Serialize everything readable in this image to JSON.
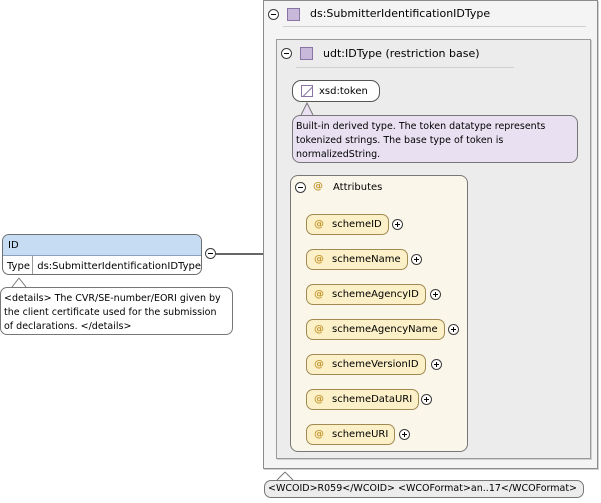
{
  "element": {
    "name": "ID",
    "type_label": "Type",
    "type_value": "ds:SubmitterIdentificationIDType",
    "documentation": "<details> The CVR/SE-number/EORI given by the client certificate used for the submission of declarations. </details>"
  },
  "complex_type": {
    "title": "ds:SubmitterIdentificationIDType",
    "restriction_base": "udt:IDType (restriction base)",
    "simple_type": "xsd:token",
    "simple_type_doc": "Built-in derived type. The token datatype represents tokenized strings. The base type of token is normalizedString.",
    "attributes_label": "Attributes",
    "attributes": [
      "schemeID",
      "schemeName",
      "schemeAgencyID",
      "schemeAgencyName",
      "schemeVersionID",
      "schemeDataURI",
      "schemeURI"
    ],
    "appinfo": "<WCOID>R059</WCOID> <WCOFormat>an..17</WCOFormat>"
  },
  "colors": {
    "element_header": "#c6dcf3",
    "type_icon": "#c8b9da",
    "doc_note": "#e9e1f1",
    "attribute_pill": "#fbf0c8",
    "attribute_group": "#faf6ea"
  },
  "icons": {
    "collapse": "minus-circle-icon",
    "expand": "plus-circle-icon",
    "type": "complex-type-icon",
    "simple_type": "simple-type-icon",
    "attribute": "at-sign-icon"
  }
}
